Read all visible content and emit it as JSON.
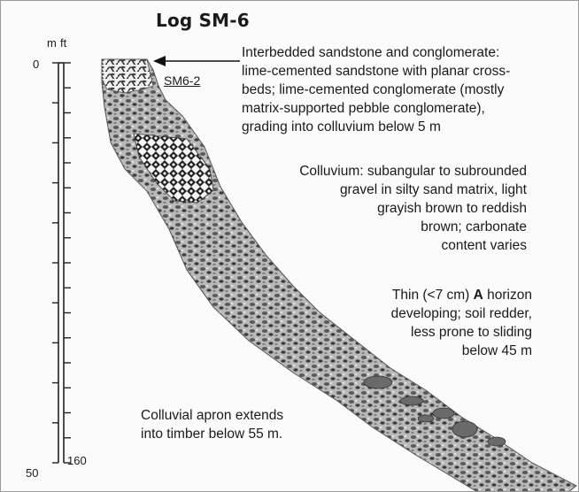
{
  "title": "Log SM-6",
  "scale": {
    "units": {
      "meters": "m",
      "feet": "ft"
    },
    "labels": {
      "top_m": "0",
      "bottom_m": "50",
      "bottom_ft": "160"
    }
  },
  "sample_label": "SM6-2",
  "annotations": [
    {
      "id": "interbedded",
      "lines": [
        "Interbedded sandstone and conglomerate:",
        "lime-cemented sandstone with planar cross-",
        "beds; lime-cemented conglomerate (mostly",
        "matrix-supported pebble conglomerate),",
        "grading into colluvium below 5 m"
      ]
    },
    {
      "id": "colluvium",
      "lines": [
        "Colluvium:  subangular to subrounded",
        "gravel in silty sand matrix, light",
        "grayish brown to reddish",
        "brown; carbonate",
        "content  varies"
      ]
    },
    {
      "id": "horizon",
      "lines": [
        [
          "Thin (<7 cm) ",
          "A",
          " horizon"
        ],
        "developing; soil redder,",
        "less prone to sliding",
        "below 45 m"
      ]
    },
    {
      "id": "apron",
      "lines": [
        "Colluvial apron extends",
        "into timber below 55 m."
      ]
    }
  ]
}
